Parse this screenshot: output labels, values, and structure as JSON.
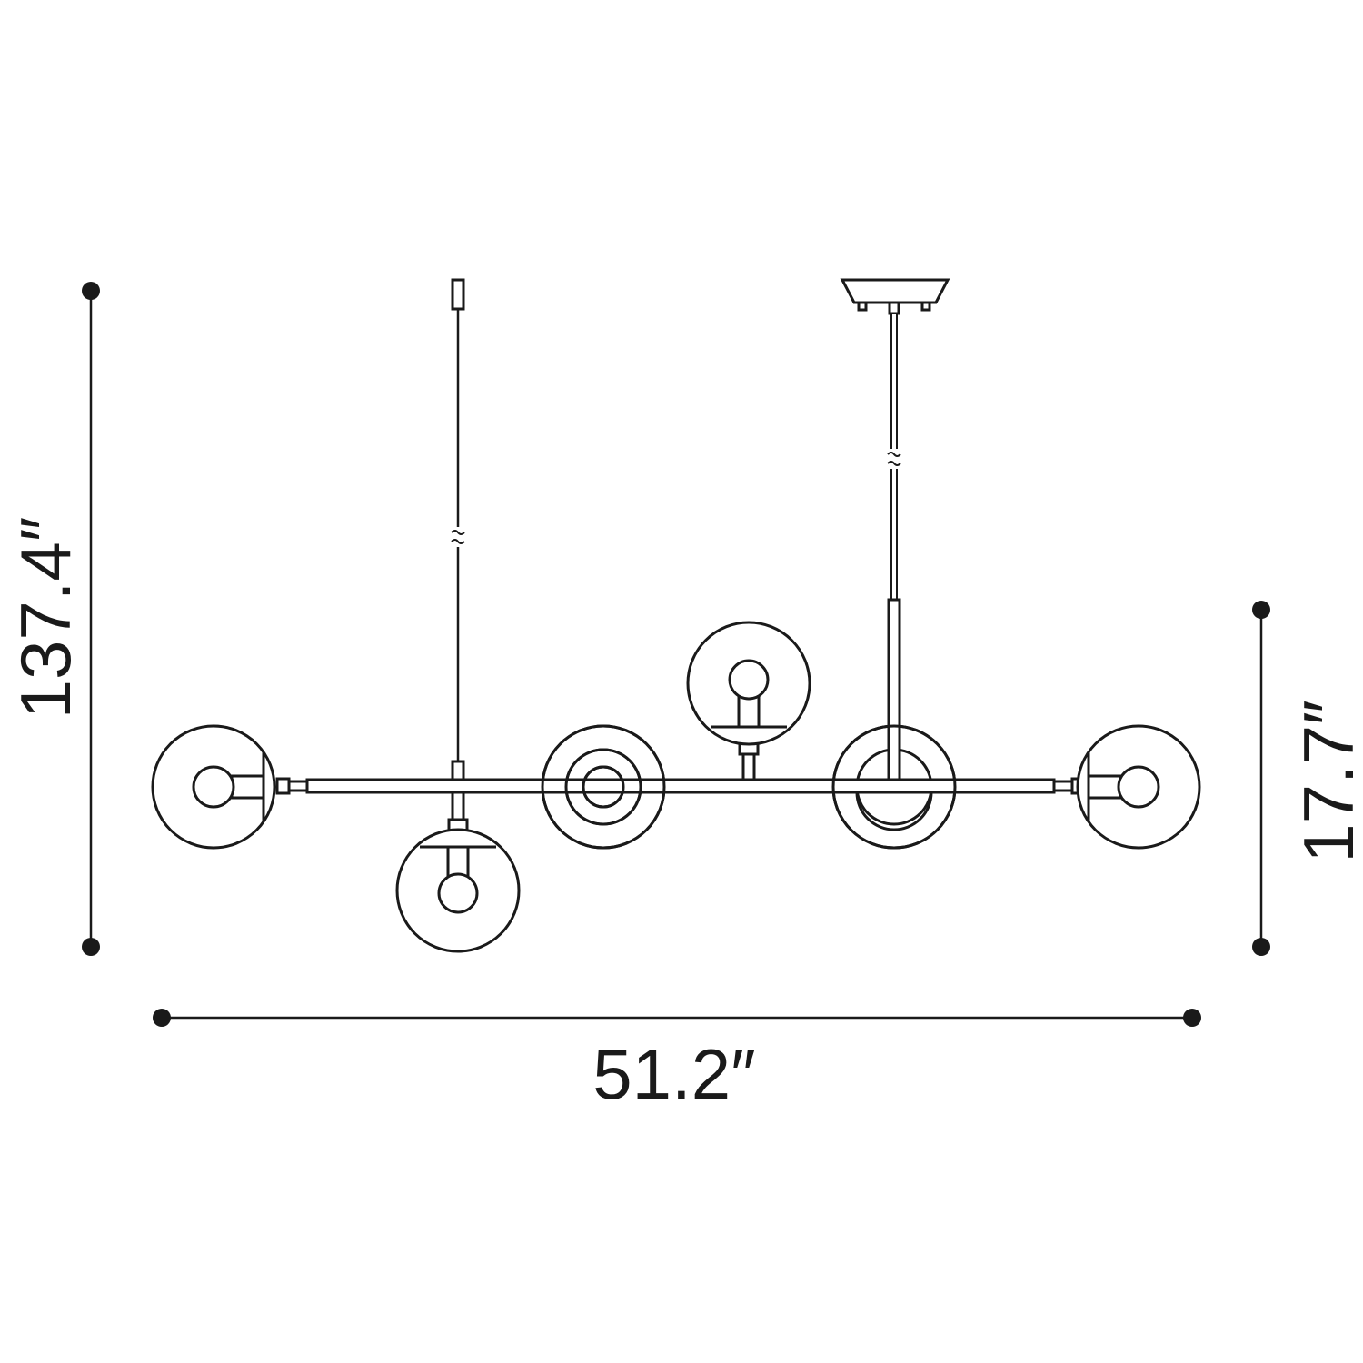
{
  "dimensions": {
    "overall_height": "137.4″",
    "fixture_height": "17.7″",
    "width": "51.2″"
  }
}
